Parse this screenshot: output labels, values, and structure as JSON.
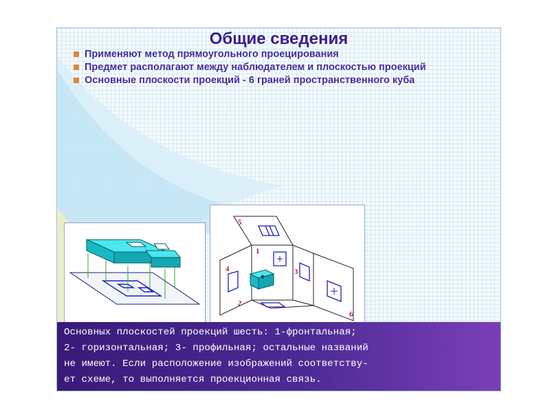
{
  "slide": {
    "title": "Общие сведения",
    "bullets": [
      "Применяют метод прямоугольного проецирования",
      "Предмет располагают между наблюдателем и плоскостью проекций",
      "Основные плоскости проекций - 6 граней пространственного куба"
    ],
    "caption_lines": [
      "Основных плоскостей проекций шесть: 1-фронтальная;",
      "2- горизонтальная; 3- профильная; остальные названий",
      "не имеют. Если расположение изображений соответству-",
      "ет схеме, то выполняется проекционная связь."
    ],
    "diagram_labels": [
      "1",
      "2",
      "3",
      "4",
      "5",
      "6"
    ]
  },
  "colors": {
    "title": "#3a1e8c",
    "bullet_text": "#4a2d9e",
    "bullet_marker": "#e2863a",
    "caption_bg": "#3a1a78",
    "object": "#1fd3dc",
    "projection_line": "#1c1cc4",
    "connector": "#2fa82f",
    "label": "#c0191f"
  }
}
